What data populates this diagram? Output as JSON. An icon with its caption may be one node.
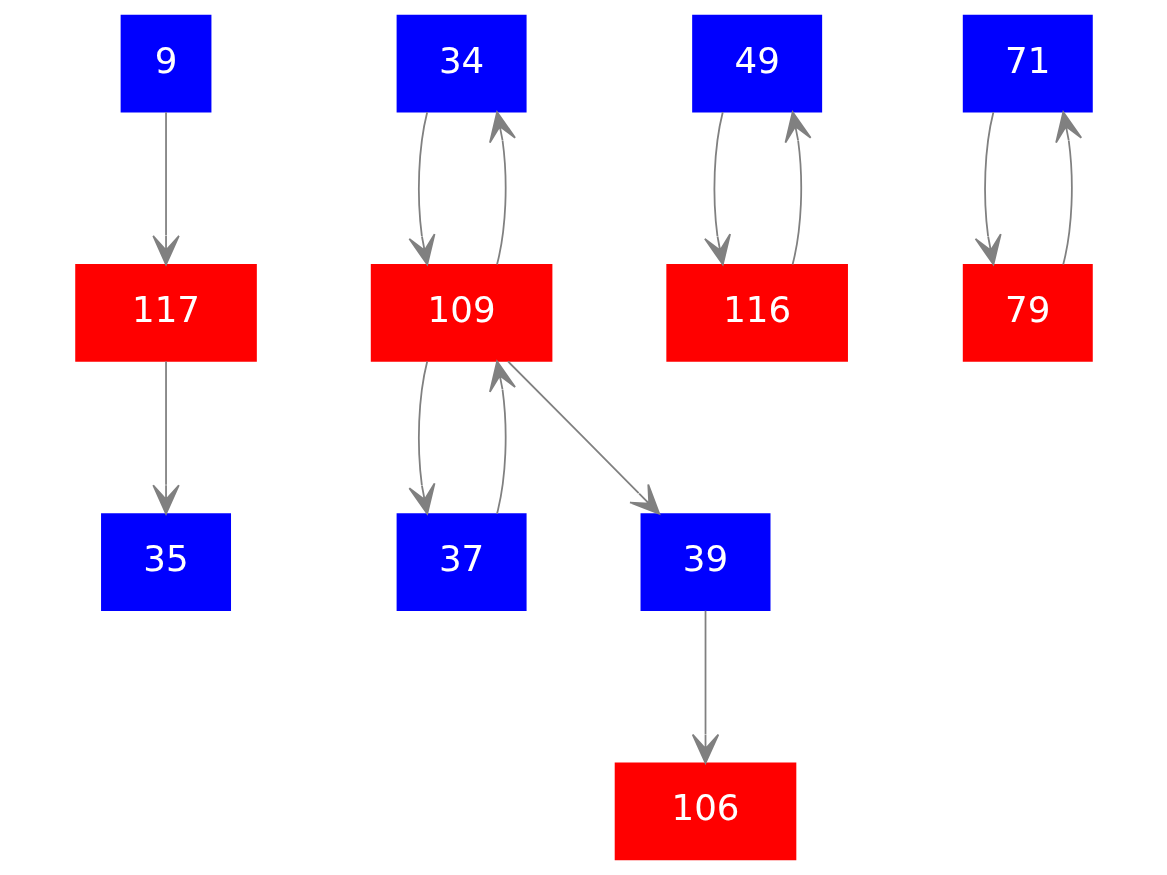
{
  "diagram": {
    "nodes": [
      {
        "text": [
          "9"
        ]
      },
      {
        "text": [
          "34"
        ]
      },
      {
        "text": [
          "49"
        ]
      },
      {
        "text": [
          "71"
        ]
      },
      {
        "text": [
          "117"
        ]
      },
      {
        "text": [
          "109"
        ]
      },
      {
        "text": [
          "116"
        ]
      },
      {
        "text": [
          "79"
        ]
      },
      {
        "text": [
          "35"
        ]
      },
      {
        "text": [
          "37"
        ]
      },
      {
        "text": [
          "39"
        ]
      },
      {
        "text": [
          "106"
        ]
      }
    ],
    "edges": [
      {
        "from": 0,
        "to": 4,
        "arrow": "to"
      },
      {
        "from": 1,
        "to": 5,
        "arrow": "to"
      },
      {
        "from": 5,
        "to": 1,
        "arrow": "to"
      },
      {
        "from": 2,
        "to": 6,
        "arrow": "to"
      },
      {
        "from": 6,
        "to": 2,
        "arrow": "to"
      },
      {
        "from": 3,
        "to": 7,
        "arrow": "to"
      },
      {
        "from": 7,
        "to": 3,
        "arrow": "to"
      },
      {
        "from": 4,
        "to": 8,
        "arrow": "to"
      },
      {
        "from": 5,
        "to": 9,
        "arrow": "to"
      },
      {
        "from": 9,
        "to": 5,
        "arrow": "to"
      },
      {
        "from": 5,
        "to": 10,
        "arrow": "to"
      },
      {
        "from": 10,
        "to": 11,
        "arrow": "to"
      }
    ]
  }
}
